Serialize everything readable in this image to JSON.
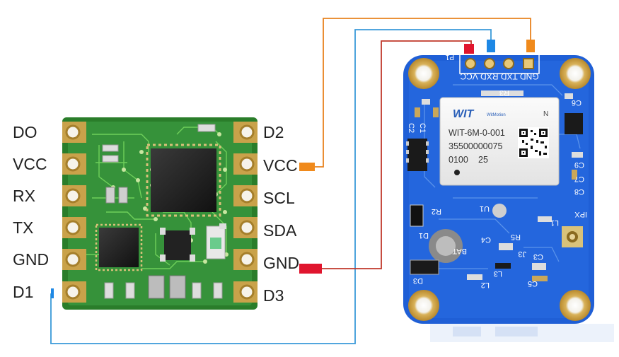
{
  "left_module": {
    "left_pins": [
      "DO",
      "VCC",
      "RX",
      "TX",
      "GND",
      "D1"
    ],
    "right_pins": [
      "D2",
      "VCC",
      "SCL",
      "SDA",
      "GND",
      "D3"
    ],
    "board_color": "#2e8b2e"
  },
  "gps_module": {
    "header_label": "GND TXD RXD VCC",
    "pin1_marker": "P1",
    "can_brand": "WIT",
    "can_brand_sub": "WitMotion",
    "can_model": "WIT-6M-0-001",
    "can_serial": "35500000075",
    "can_code": "0100",
    "can_code2": "25",
    "silkscreen": [
      "R3",
      "C6",
      "C2",
      "C1",
      "C9",
      "C7",
      "C8",
      "R2",
      "U1",
      "C4",
      "R5",
      "L1",
      "IPX",
      "D1",
      "J3",
      "BAT",
      "C3",
      "L3",
      "D3",
      "L2",
      "C5"
    ],
    "board_color": "#1f5fd6"
  },
  "wires": {
    "orange": "#e8821e",
    "blue": "#3a9ad9",
    "red": "#c0392b",
    "red_tab": "#e0152e",
    "blue_tab": "#1e88e5",
    "orange_tab": "#f08a1c"
  }
}
